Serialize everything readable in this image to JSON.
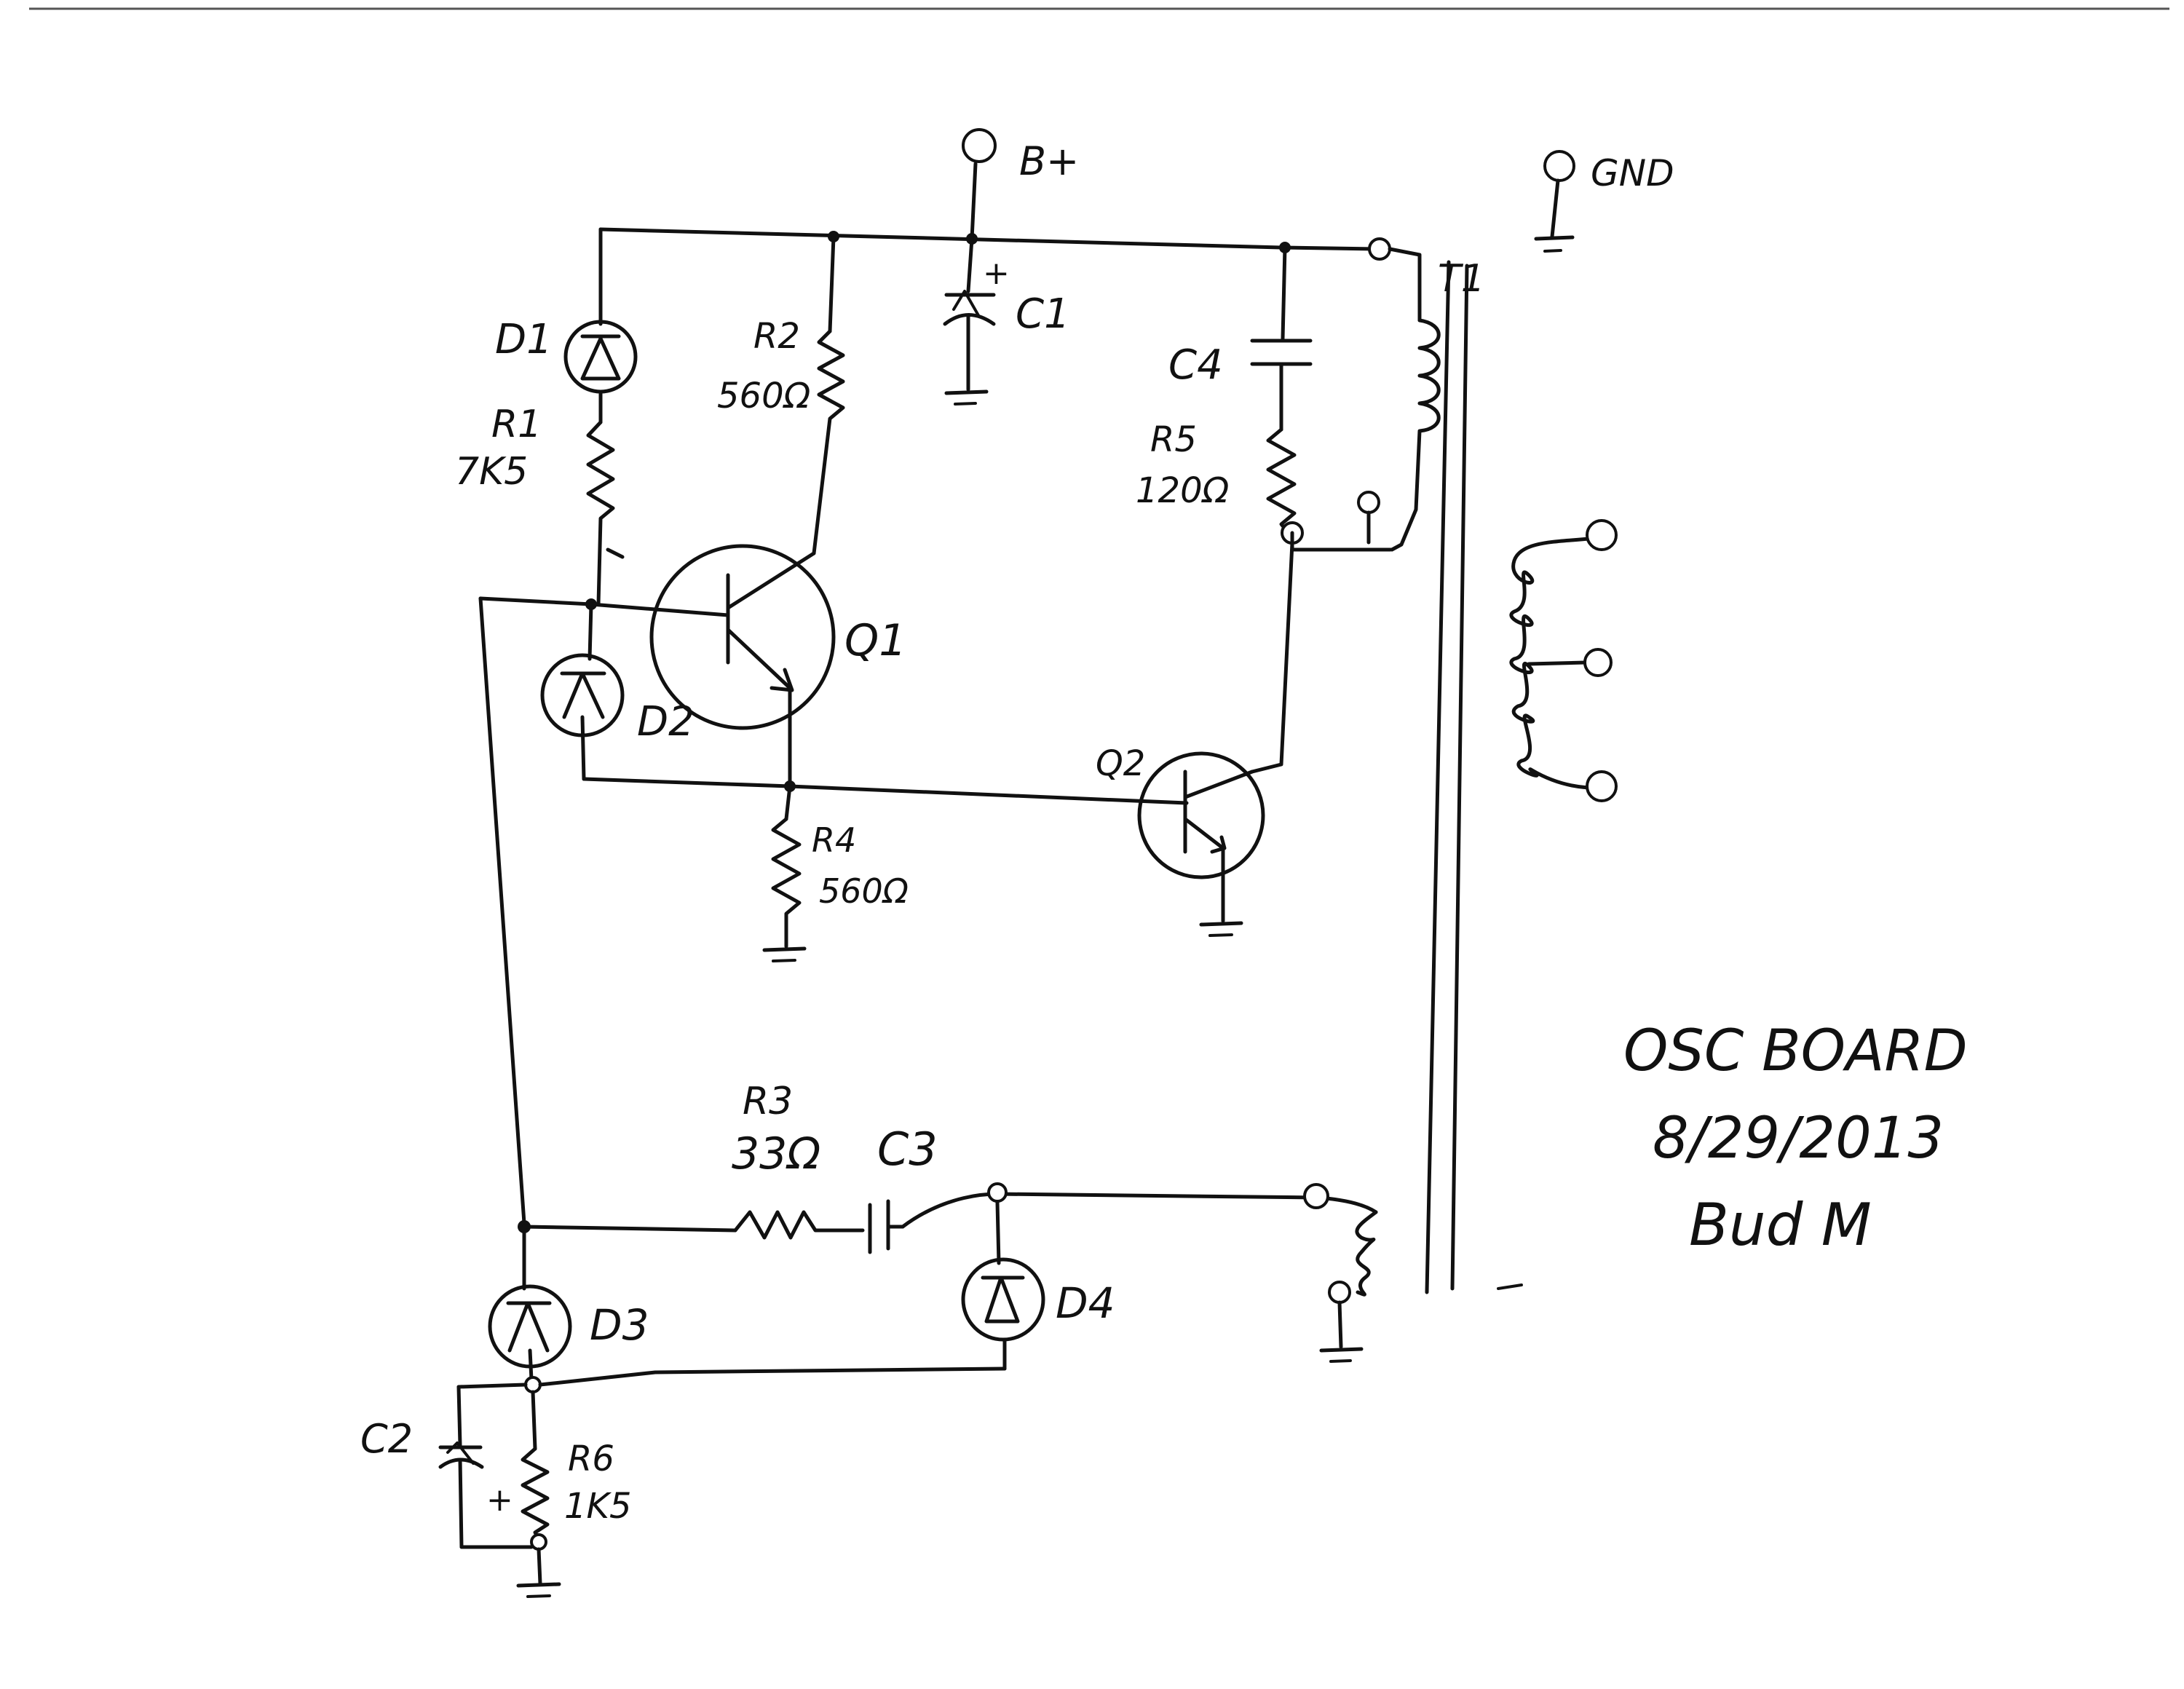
{
  "labels": {
    "bplus": "B+",
    "gnd": "GND",
    "t1": "T1",
    "d1": "D1",
    "r1": "R1",
    "r1_val": "7K5",
    "r2": "R2",
    "r2_val": "560Ω",
    "c1": "C1",
    "c1_pol": "+",
    "c4": "C4",
    "r5": "R5",
    "r5_val": "120Ω",
    "q1": "Q1",
    "d2": "D2",
    "q2": "Q2",
    "r4": "R4",
    "r4_val": "560Ω",
    "r3": "R3",
    "r3_val": "33Ω",
    "c3": "C3",
    "d3": "D3",
    "d4": "D4",
    "c2": "C2",
    "c2_pol": "+",
    "r6": "R6",
    "r6_val": "1K5"
  },
  "notes": {
    "title": "OSC BOARD",
    "date": "8/29/2013",
    "author": "Bud M"
  }
}
